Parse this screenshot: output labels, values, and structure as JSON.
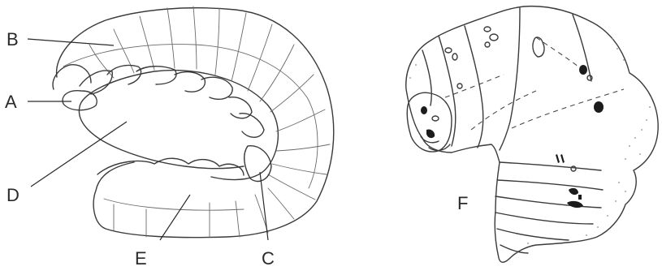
{
  "figure": {
    "labels": {
      "A": "A",
      "B": "B",
      "C": "C",
      "D": "D",
      "E": "E",
      "F": "F"
    }
  }
}
